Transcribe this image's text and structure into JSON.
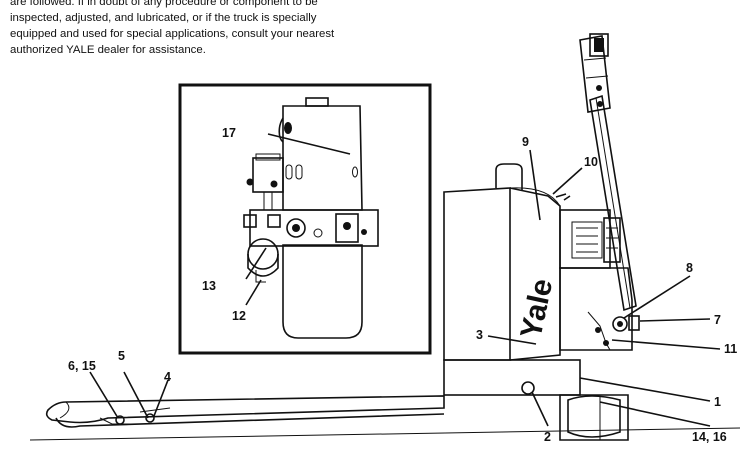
{
  "intro_text": {
    "line1": "are followed. If in doubt of any procedure or component to be",
    "line2": "inspected, adjusted, and lubricated, or if the truck is specially",
    "line3": "equipped and used for special applications, consult your nearest",
    "line4": "authorized YALE dealer for assistance."
  },
  "brand_text": "Yale",
  "callouts": {
    "c1": "1",
    "c2": "2",
    "c3": "3",
    "c4": "4",
    "c5": "5",
    "c6_15": "6, 15",
    "c7": "7",
    "c8": "8",
    "c9": "9",
    "c10": "10",
    "c11": "11",
    "c12": "12",
    "c13": "13",
    "c14_16": "14, 16",
    "c17": "17"
  }
}
